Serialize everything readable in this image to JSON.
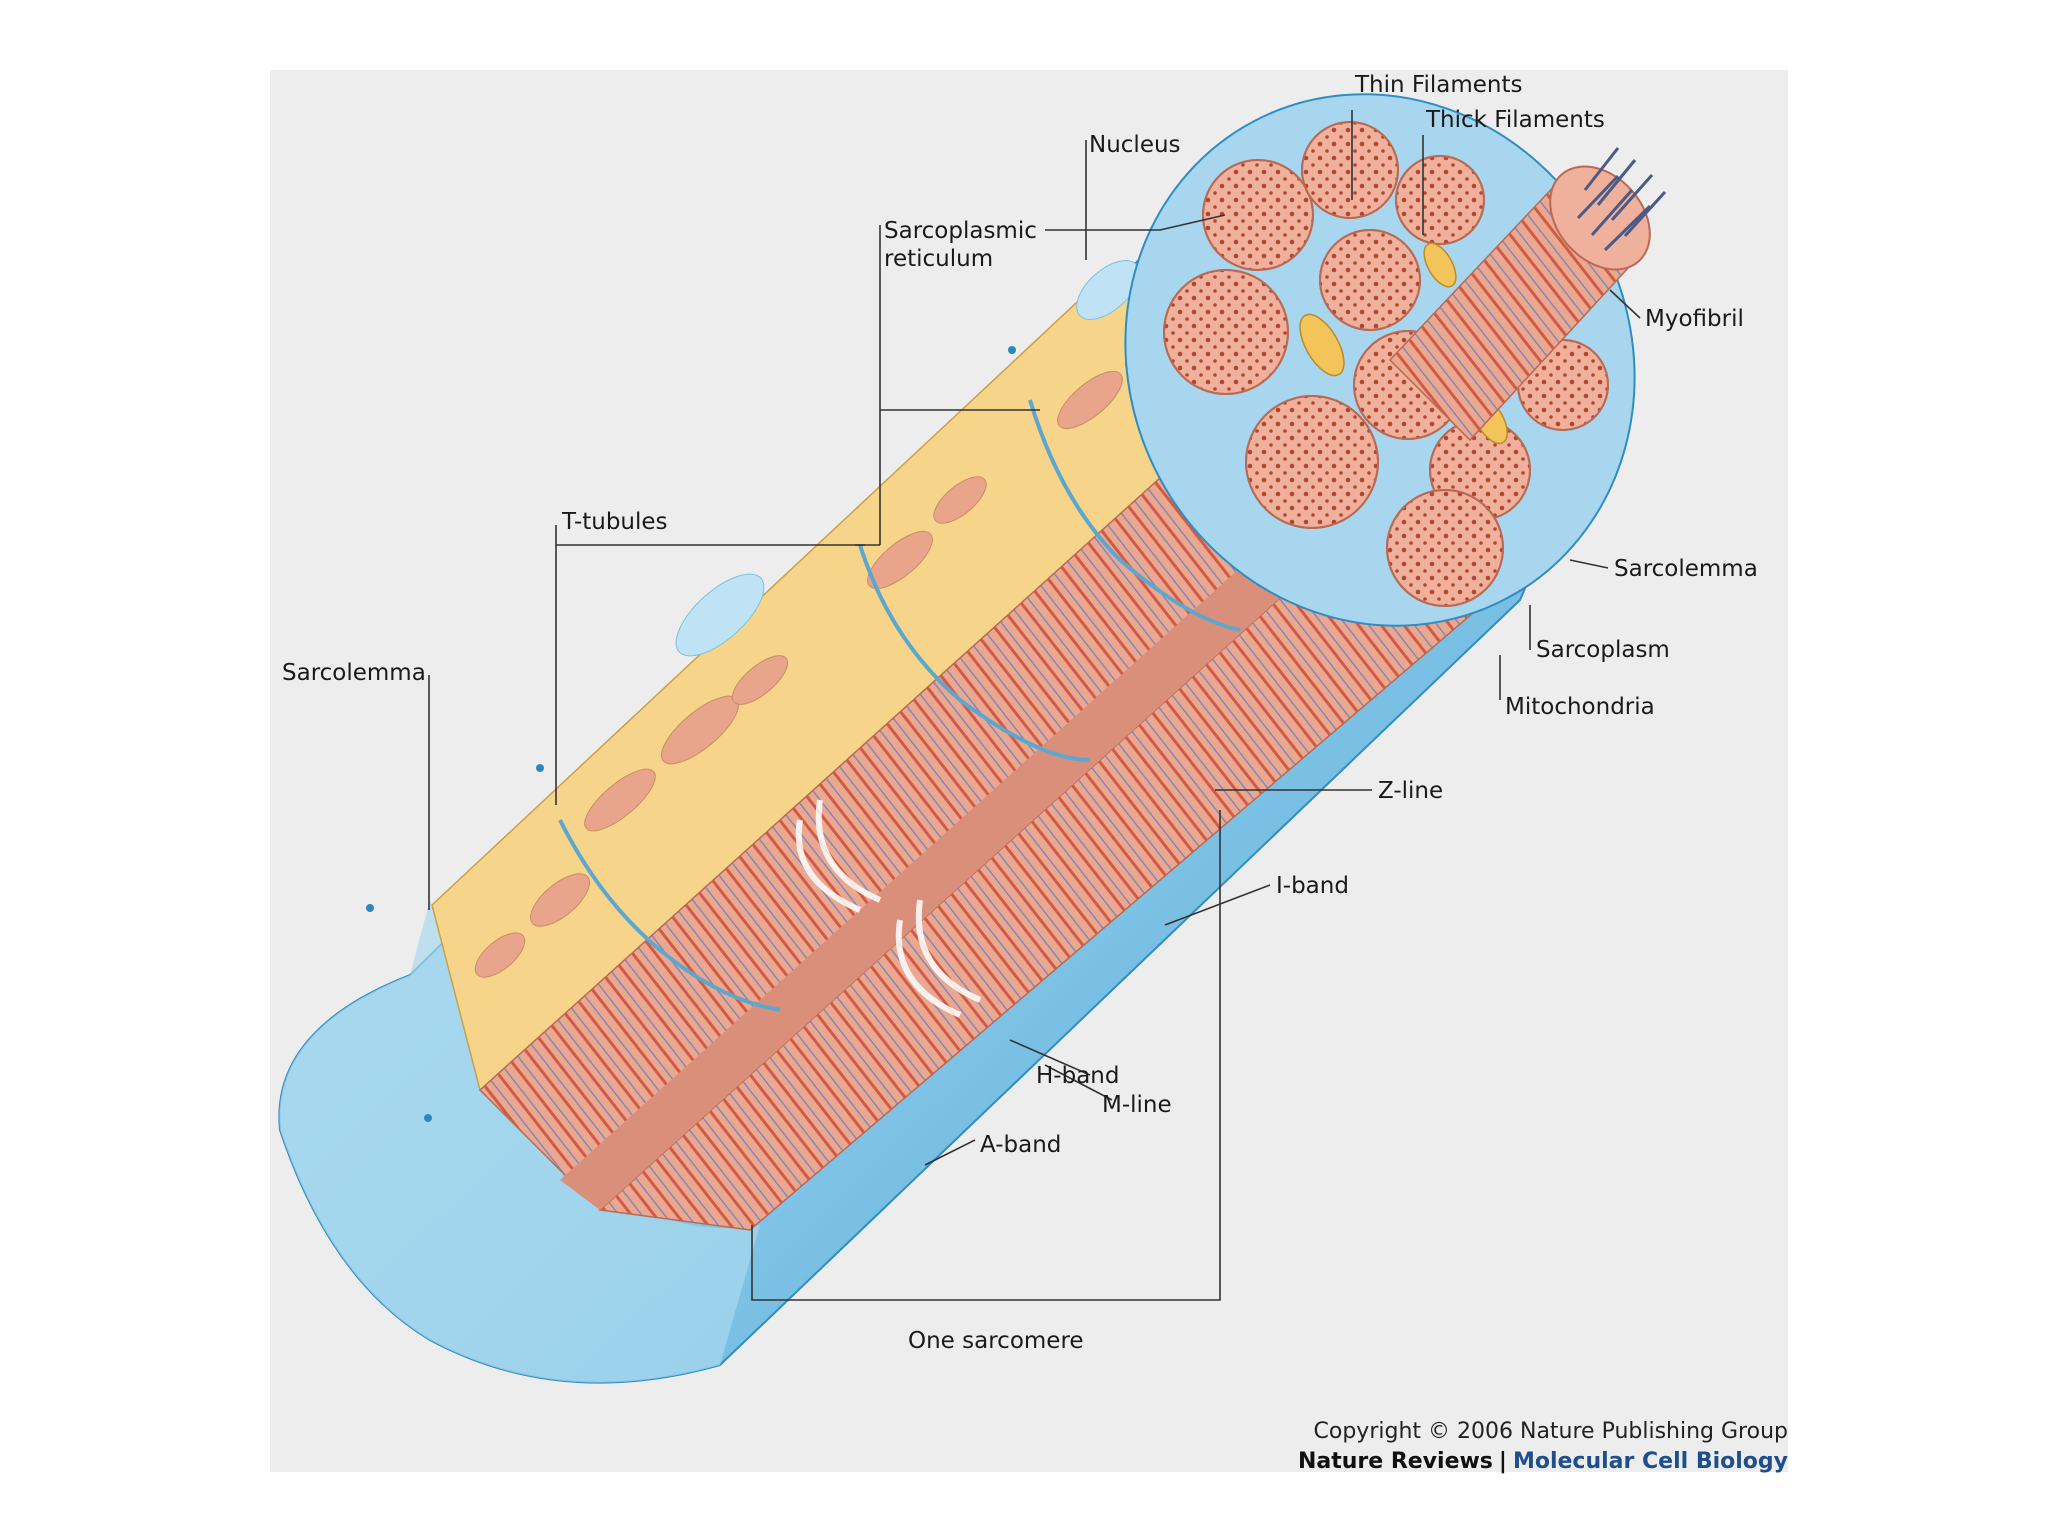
{
  "labels": {
    "thin_filaments": "Thin Filaments",
    "thick_filaments": "Thick Filaments",
    "nucleus": "Nucleus",
    "sarcoplasmic_reticulum_line1": "Sarcoplasmic",
    "sarcoplasmic_reticulum_line2": "reticulum",
    "myofibril": "Myofibril",
    "t_tubules": "T-tubules",
    "sarcolemma_right": "Sarcolemma",
    "sarcolemma_left": "Sarcolemma",
    "sarcoplasm": "Sarcoplasm",
    "mitochondria": "Mitochondria",
    "z_line": "Z-line",
    "i_band": "I-band",
    "h_band": "H-band",
    "m_line": "M-line",
    "a_band": "A-band",
    "one_sarcomere": "One sarcomere"
  },
  "credit": {
    "copyright": "Copyright © 2006 Nature Publishing Group",
    "journal": "Nature Reviews",
    "separator": "|",
    "subjournal": "Molecular Cell Biology",
    "subjournal_color": "#1f4e8c"
  },
  "colors": {
    "sarcolemma_blue": "#7cc3e6",
    "sarcolemma_dark": "#3a9ed0",
    "sarcoplasmic_reticulum": "#f6d58a",
    "myofibril_pink": "#e9a48c",
    "filament_red": "#d8402c",
    "mitochondria_yellow": "#f2c45a"
  }
}
